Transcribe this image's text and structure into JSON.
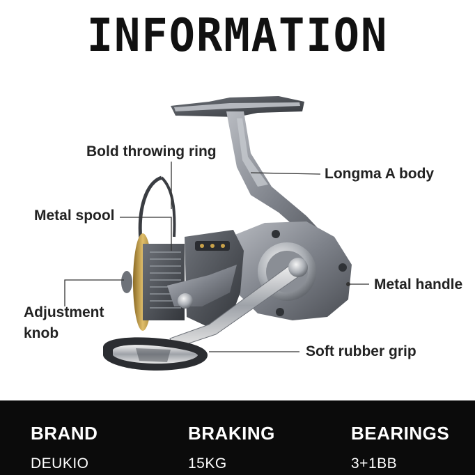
{
  "title": "INFORMATION",
  "callouts": {
    "bold_throwing_ring": "Bold throwing ring",
    "longma_body": "Longma A body",
    "metal_spool": "Metal spool",
    "metal_handle": "Metal handle",
    "adjustment_knob": "Adjustment knob",
    "soft_rubber_grip": "Soft rubber grip"
  },
  "specs": [
    {
      "label": "BRAND",
      "value": "DEUKIO"
    },
    {
      "label": "BRAKING",
      "value": "15KG"
    },
    {
      "label": "BEARINGS",
      "value": "3+1BB"
    }
  ],
  "colors": {
    "background": "#ffffff",
    "footer": "#0b0b0b",
    "reel_body": "#8a8e95",
    "spool_gold": "#c9a24a",
    "text": "#222222"
  }
}
